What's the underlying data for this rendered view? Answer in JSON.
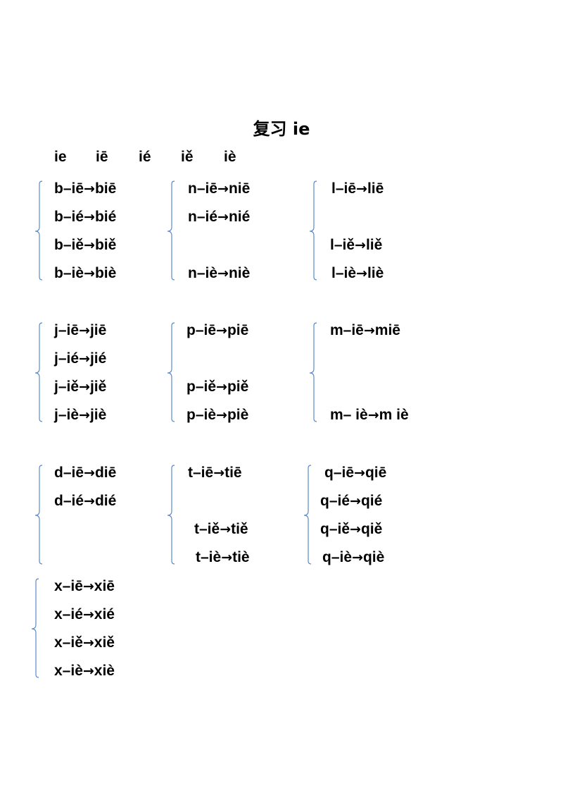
{
  "title": "复习 ie",
  "tones": [
    "ie",
    "iē",
    "ié",
    "iě",
    "iè"
  ],
  "arrow": "→",
  "groups": [
    {
      "lines": [
        {
          "left": "b–iē",
          "right": "biē"
        },
        {
          "left": "b–ié",
          "right": "bié"
        },
        {
          "left": "b–iě",
          "right": "biě"
        },
        {
          "left": "b–iè",
          "right": "biè"
        }
      ]
    },
    {
      "lines": [
        {
          "left": "n–iē",
          "right": "niē"
        },
        {
          "left": "n–ié",
          "right": "nié"
        },
        null,
        {
          "left": "n–iè",
          "right": "niè"
        }
      ]
    },
    {
      "lines": [
        {
          "left": "l–iē",
          "right": "liē"
        },
        null,
        {
          "left": "l–iě",
          "right": "liě"
        },
        {
          "left": "l–iè",
          "right": "liè"
        }
      ]
    },
    {
      "lines": [
        {
          "left": "j–iē",
          "right": "jiē"
        },
        {
          "left": "j–ié",
          "right": "jié"
        },
        {
          "left": "j–iě",
          "right": "jiě"
        },
        {
          "left": "j–iè",
          "right": "jiè"
        }
      ]
    },
    {
      "lines": [
        {
          "left": "p–iē",
          "right": "piē"
        },
        null,
        {
          "left": "p–iě",
          "right": "piě"
        },
        {
          "left": "p–iè",
          "right": "piè"
        }
      ]
    },
    {
      "lines": [
        {
          "left": "m–iē",
          "right": "miē"
        },
        null,
        null,
        {
          "left": "m– iè",
          "right": "m iè"
        }
      ]
    },
    {
      "lines": [
        {
          "left": "d–iē",
          "right": "diē"
        },
        {
          "left": "d–ié",
          "right": "dié"
        },
        null,
        null
      ]
    },
    {
      "lines": [
        {
          "left": "t–iē",
          "right": "tiē"
        },
        null,
        {
          "left": "t–iě",
          "right": "tiě"
        },
        {
          "left": "t–iè",
          "right": "tiè"
        }
      ]
    },
    {
      "lines": [
        {
          "left": "q–iē",
          "right": "qiē"
        },
        {
          "left": "q–ié",
          "right": "qié"
        },
        {
          "left": "q–iě",
          "right": "qiě"
        },
        {
          "left": "q–iè",
          "right": "qiè"
        }
      ]
    },
    {
      "lines": [
        {
          "left": "x–iē",
          "right": "xiē"
        },
        {
          "left": "x–ié",
          "right": "xié"
        },
        {
          "left": "x–iě",
          "right": "xiě"
        },
        {
          "left": "x–iè",
          "right": "xiè"
        }
      ]
    }
  ]
}
